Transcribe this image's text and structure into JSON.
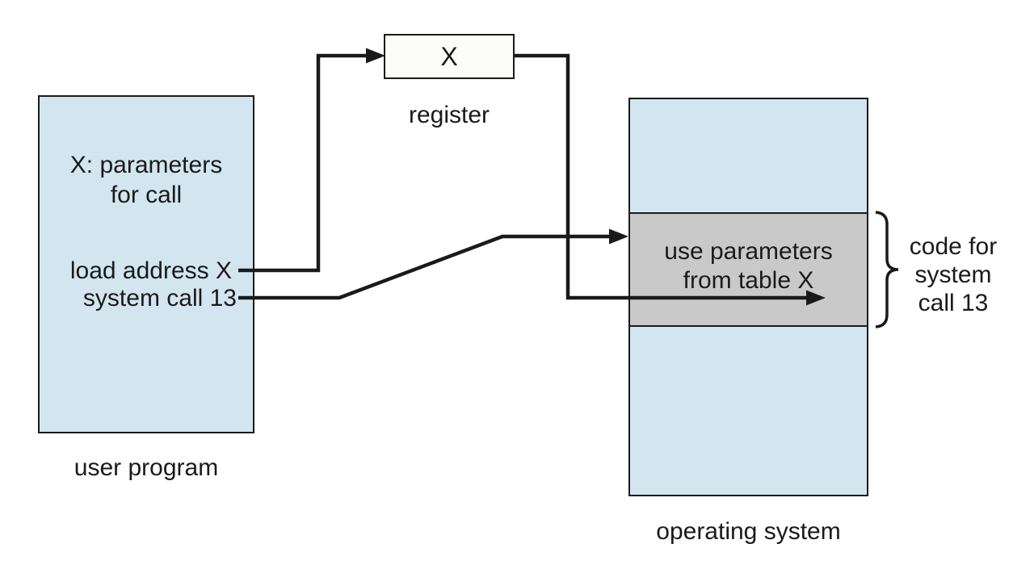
{
  "diagram": {
    "title_hint": "passing parameters as a table (system call)",
    "user_program": {
      "label": "user program",
      "note_line1": "X: parameters",
      "note_line2": "for call",
      "instruction1": "load address X",
      "instruction2": "system call 13"
    },
    "register": {
      "value": "X",
      "label": "register"
    },
    "operating_system": {
      "label": "operating system",
      "handler_line1": "use parameters",
      "handler_line2": "from table X"
    },
    "brace_label": {
      "line1": "code for",
      "line2": "system",
      "line3": "call 13"
    },
    "colors": {
      "program_fill": "#d3e6f0",
      "handler_fill": "#c9c9c9",
      "register_fill": "#fcfcf8",
      "line": "#1a1a1a"
    }
  }
}
